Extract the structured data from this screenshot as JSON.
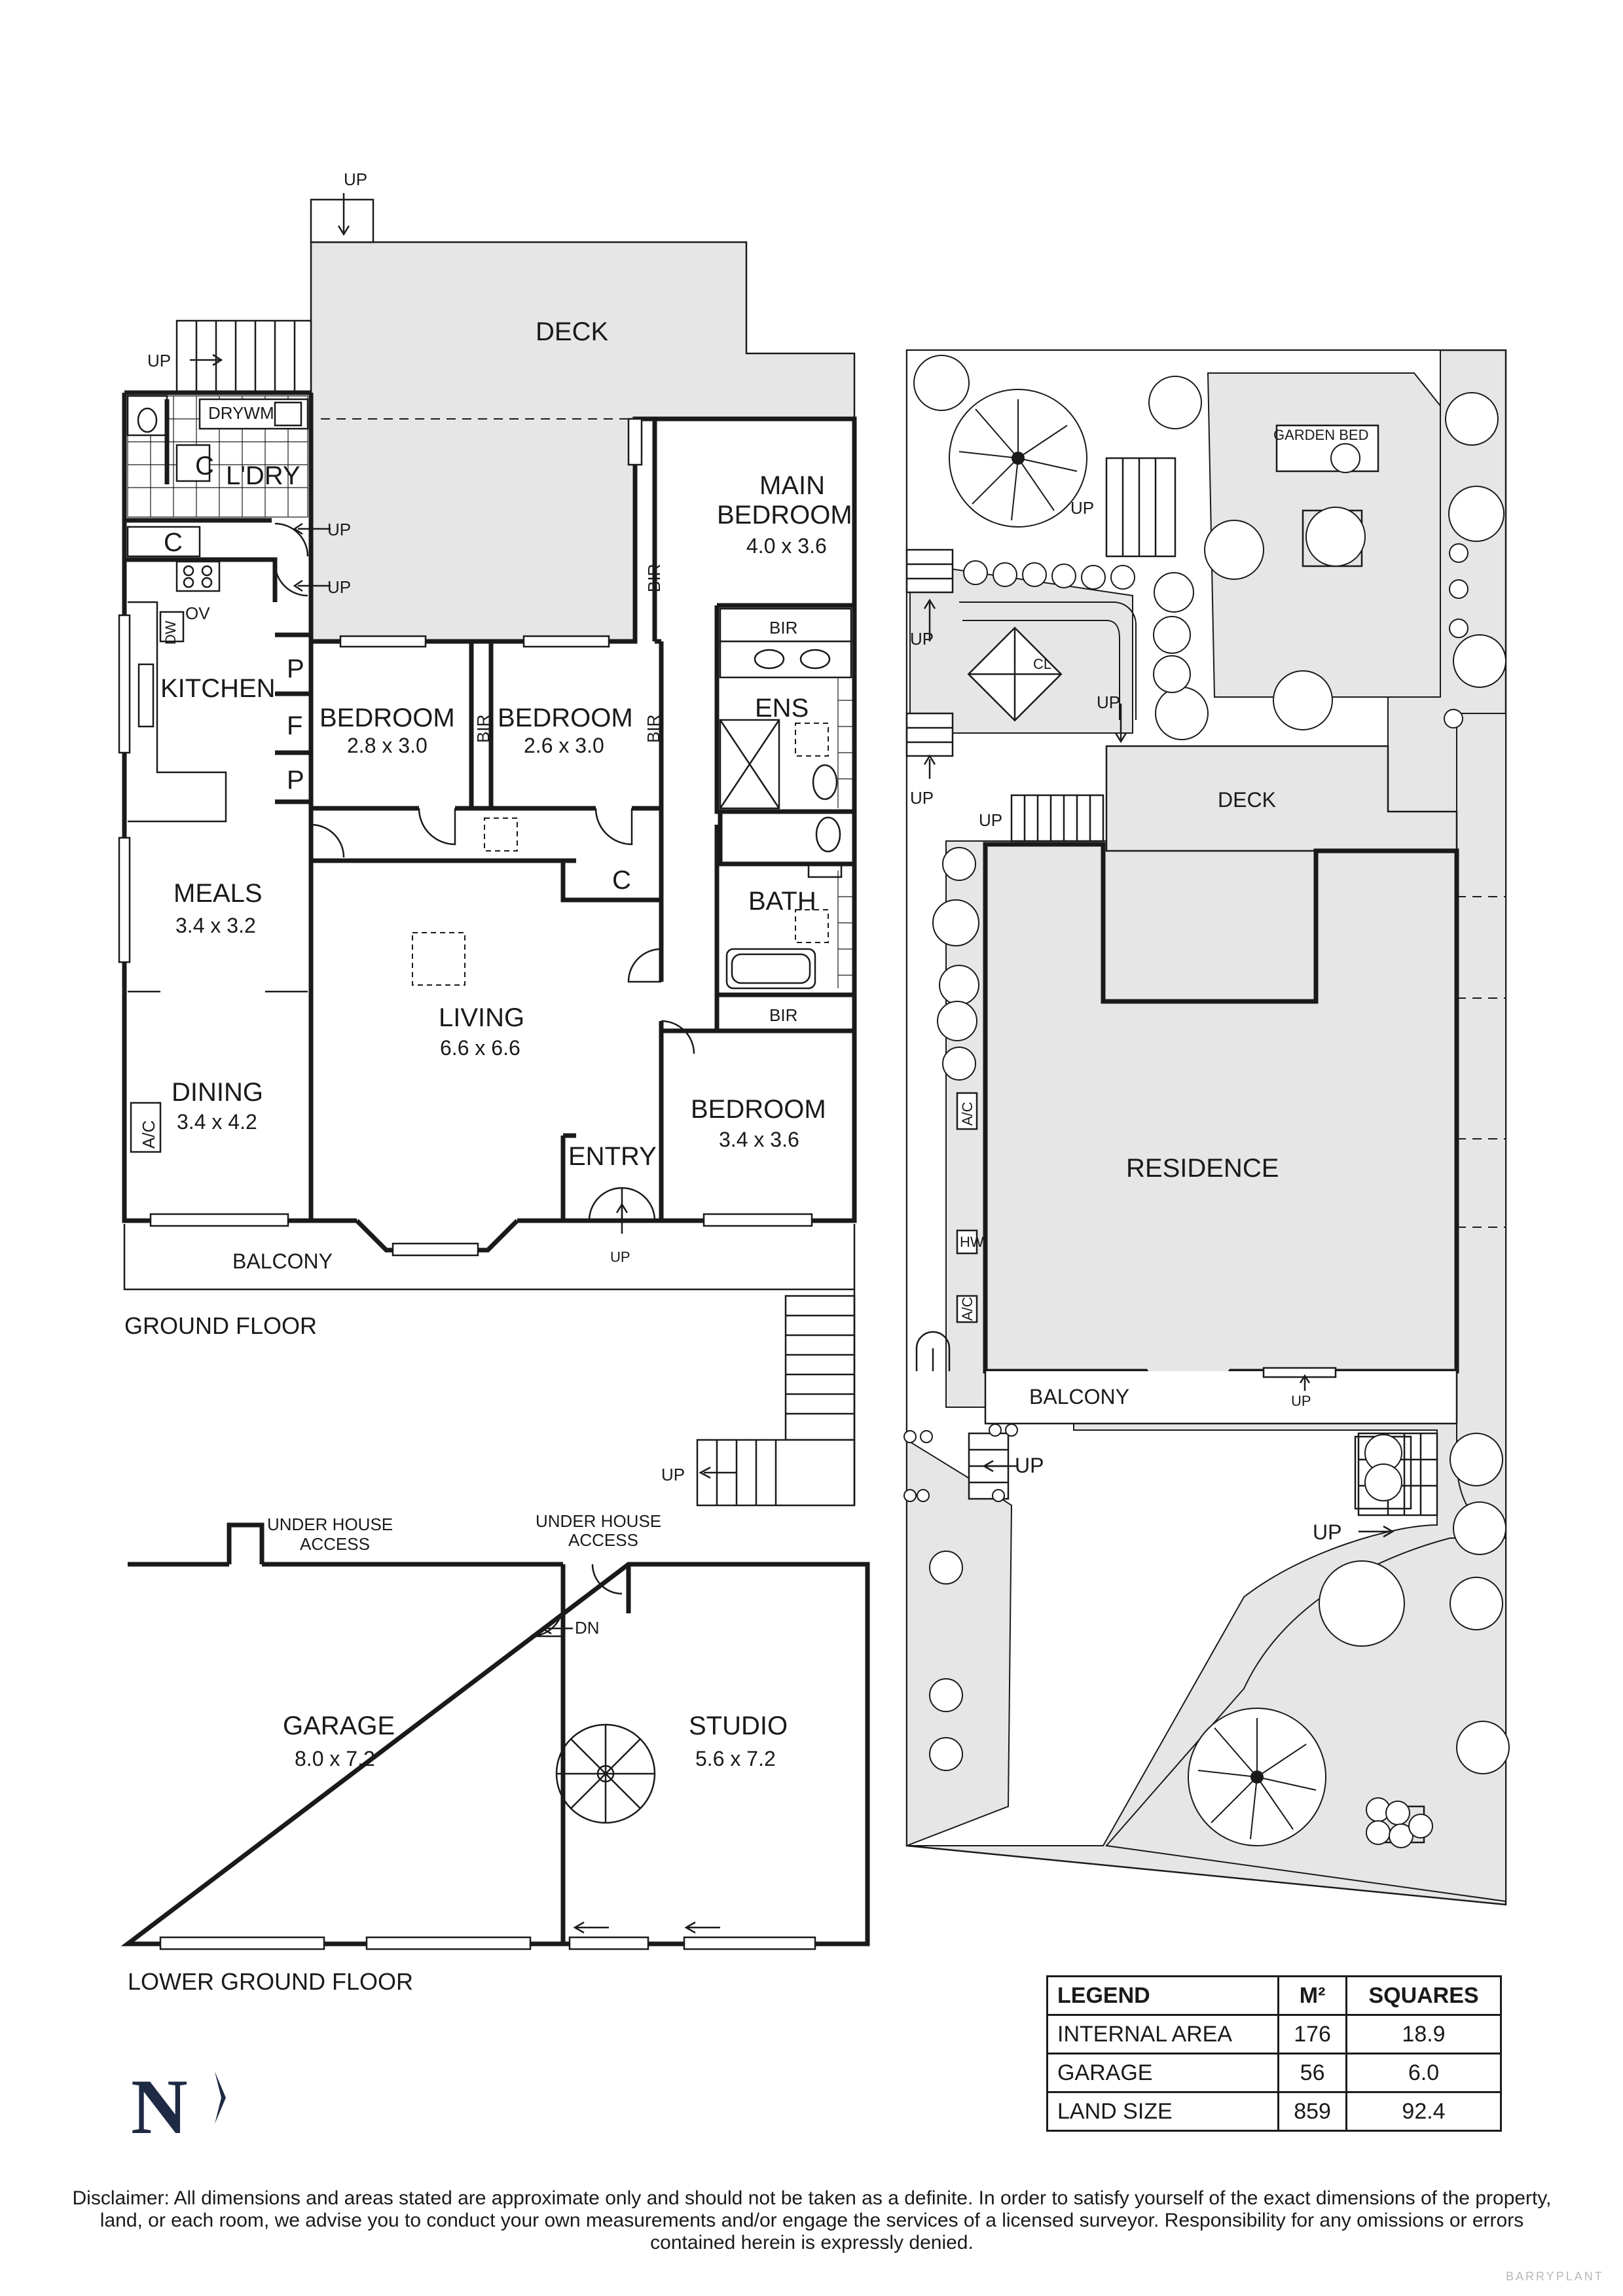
{
  "ground_floor": {
    "title": "GROUND FLOOR",
    "rooms": {
      "deck": "DECK",
      "drywm": "DRYWM",
      "laundry": "L'DRY",
      "main_bedroom": "MAIN\nBEDROOM",
      "main_bedroom_dim": "4.0 x 3.6",
      "kitchen": "KITCHEN",
      "bedroom2": "BEDROOM",
      "bedroom2_dim": "2.8 x 3.0",
      "bedroom3": "BEDROOM",
      "bedroom3_dim": "2.6 x 3.0",
      "ens": "ENS",
      "meals": "MEALS",
      "meals_dim": "3.4 x 3.2",
      "living": "LIVING",
      "living_dim": "6.6 x 6.6",
      "bath": "BATH",
      "dining": "DINING",
      "dining_dim": "3.4 x 4.2",
      "bedroom4": "BEDROOM",
      "bedroom4_dim": "3.4 x 3.6",
      "entry": "ENTRY",
      "balcony": "BALCONY"
    },
    "marks": {
      "up": "UP",
      "c": "C",
      "p": "P",
      "f": "F",
      "bir": "BIR",
      "ov": "OV",
      "dw": "DW",
      "ac": "A/C"
    }
  },
  "lower_floor": {
    "title": "LOWER GROUND FLOOR",
    "garage": "GARAGE",
    "garage_dim": "8.0 x 7.2",
    "studio": "STUDIO",
    "studio_dim": "5.6 x 7.2",
    "under_house_access": "UNDER HOUSE",
    "access": "ACCESS",
    "dn": "DN"
  },
  "site": {
    "garden_bed": "GARDEN BED",
    "cl": "CL",
    "deck": "DECK",
    "residence": "RESIDENCE",
    "balcony": "BALCONY",
    "up": "UP",
    "ac": "A/C",
    "hw": "HW"
  },
  "legend": {
    "headers": [
      "LEGEND",
      "M²",
      "SQUARES"
    ],
    "rows": [
      [
        "INTERNAL AREA",
        "176",
        "18.9"
      ],
      [
        "GARAGE",
        "56",
        "6.0"
      ],
      [
        "LAND SIZE",
        "859",
        "92.4"
      ]
    ]
  },
  "north_label": "N",
  "disclaimer": "Disclaimer: All dimensions and areas stated are approximate only and should not be taken as a definite. In order to satisfy yourself of the exact dimensions of the property, land, or each room, we advise you to conduct your own measurements and/or engage the services of a licensed surveyor. Responsibility for any omissions or errors contained herein is expressly denied.",
  "brand": "BARRYPLANT"
}
